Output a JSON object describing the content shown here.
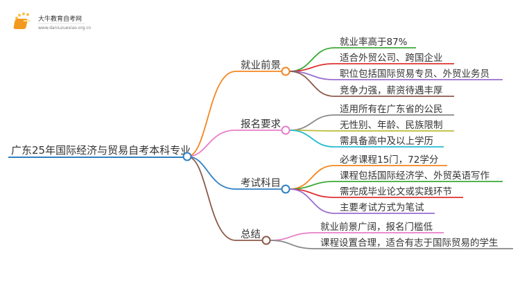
{
  "logo": {
    "title": "大牛教育自考网",
    "url": "www.daniuzuexiao.org.cn"
  },
  "root": {
    "label": "广东25年国际经济与贸易自考本科专业",
    "color": "#2f7fc1"
  },
  "branches": [
    {
      "label": "就业前景",
      "color": "#f5851f",
      "items": [
        {
          "text": "就业率高于87%",
          "color": "#3aaa35"
        },
        {
          "text": "适合外贸公司、跨国企业",
          "color": "#e03030"
        },
        {
          "text": "职位包括国际贸易专员、外贸业务员",
          "color": "#9a6ccf"
        },
        {
          "text": "竞争力强，薪资待遇丰厚",
          "color": "#8b5a4a"
        }
      ]
    },
    {
      "label": "报名要求",
      "color": "#e87dc9",
      "items": [
        {
          "text": "适用所有在广东省的公民",
          "color": "#888888"
        },
        {
          "text": "无性别、年龄、民族限制",
          "color": "#bcbc3a"
        },
        {
          "text": "需具备高中及以上学历",
          "color": "#26bcd0"
        }
      ]
    },
    {
      "label": "考试科目",
      "color": "#2f7fc1",
      "items": [
        {
          "text": "必考课程15门，72学分",
          "color": "#f5851f"
        },
        {
          "text": "课程包括国际经济学、外贸英语写作",
          "color": "#3aaa35"
        },
        {
          "text": "需完成毕业论文或实践环节",
          "color": "#e03030"
        },
        {
          "text": "主要考试方式为笔试",
          "color": "#9a6ccf"
        }
      ]
    },
    {
      "label": "总结",
      "color": "#8b5a4a",
      "items": [
        {
          "text": "就业前景广阔，报名门槛低",
          "color": "#e87dc9"
        },
        {
          "text": "课程设置合理，适合有志于国际贸易的学生",
          "color": "#888888"
        }
      ]
    }
  ]
}
